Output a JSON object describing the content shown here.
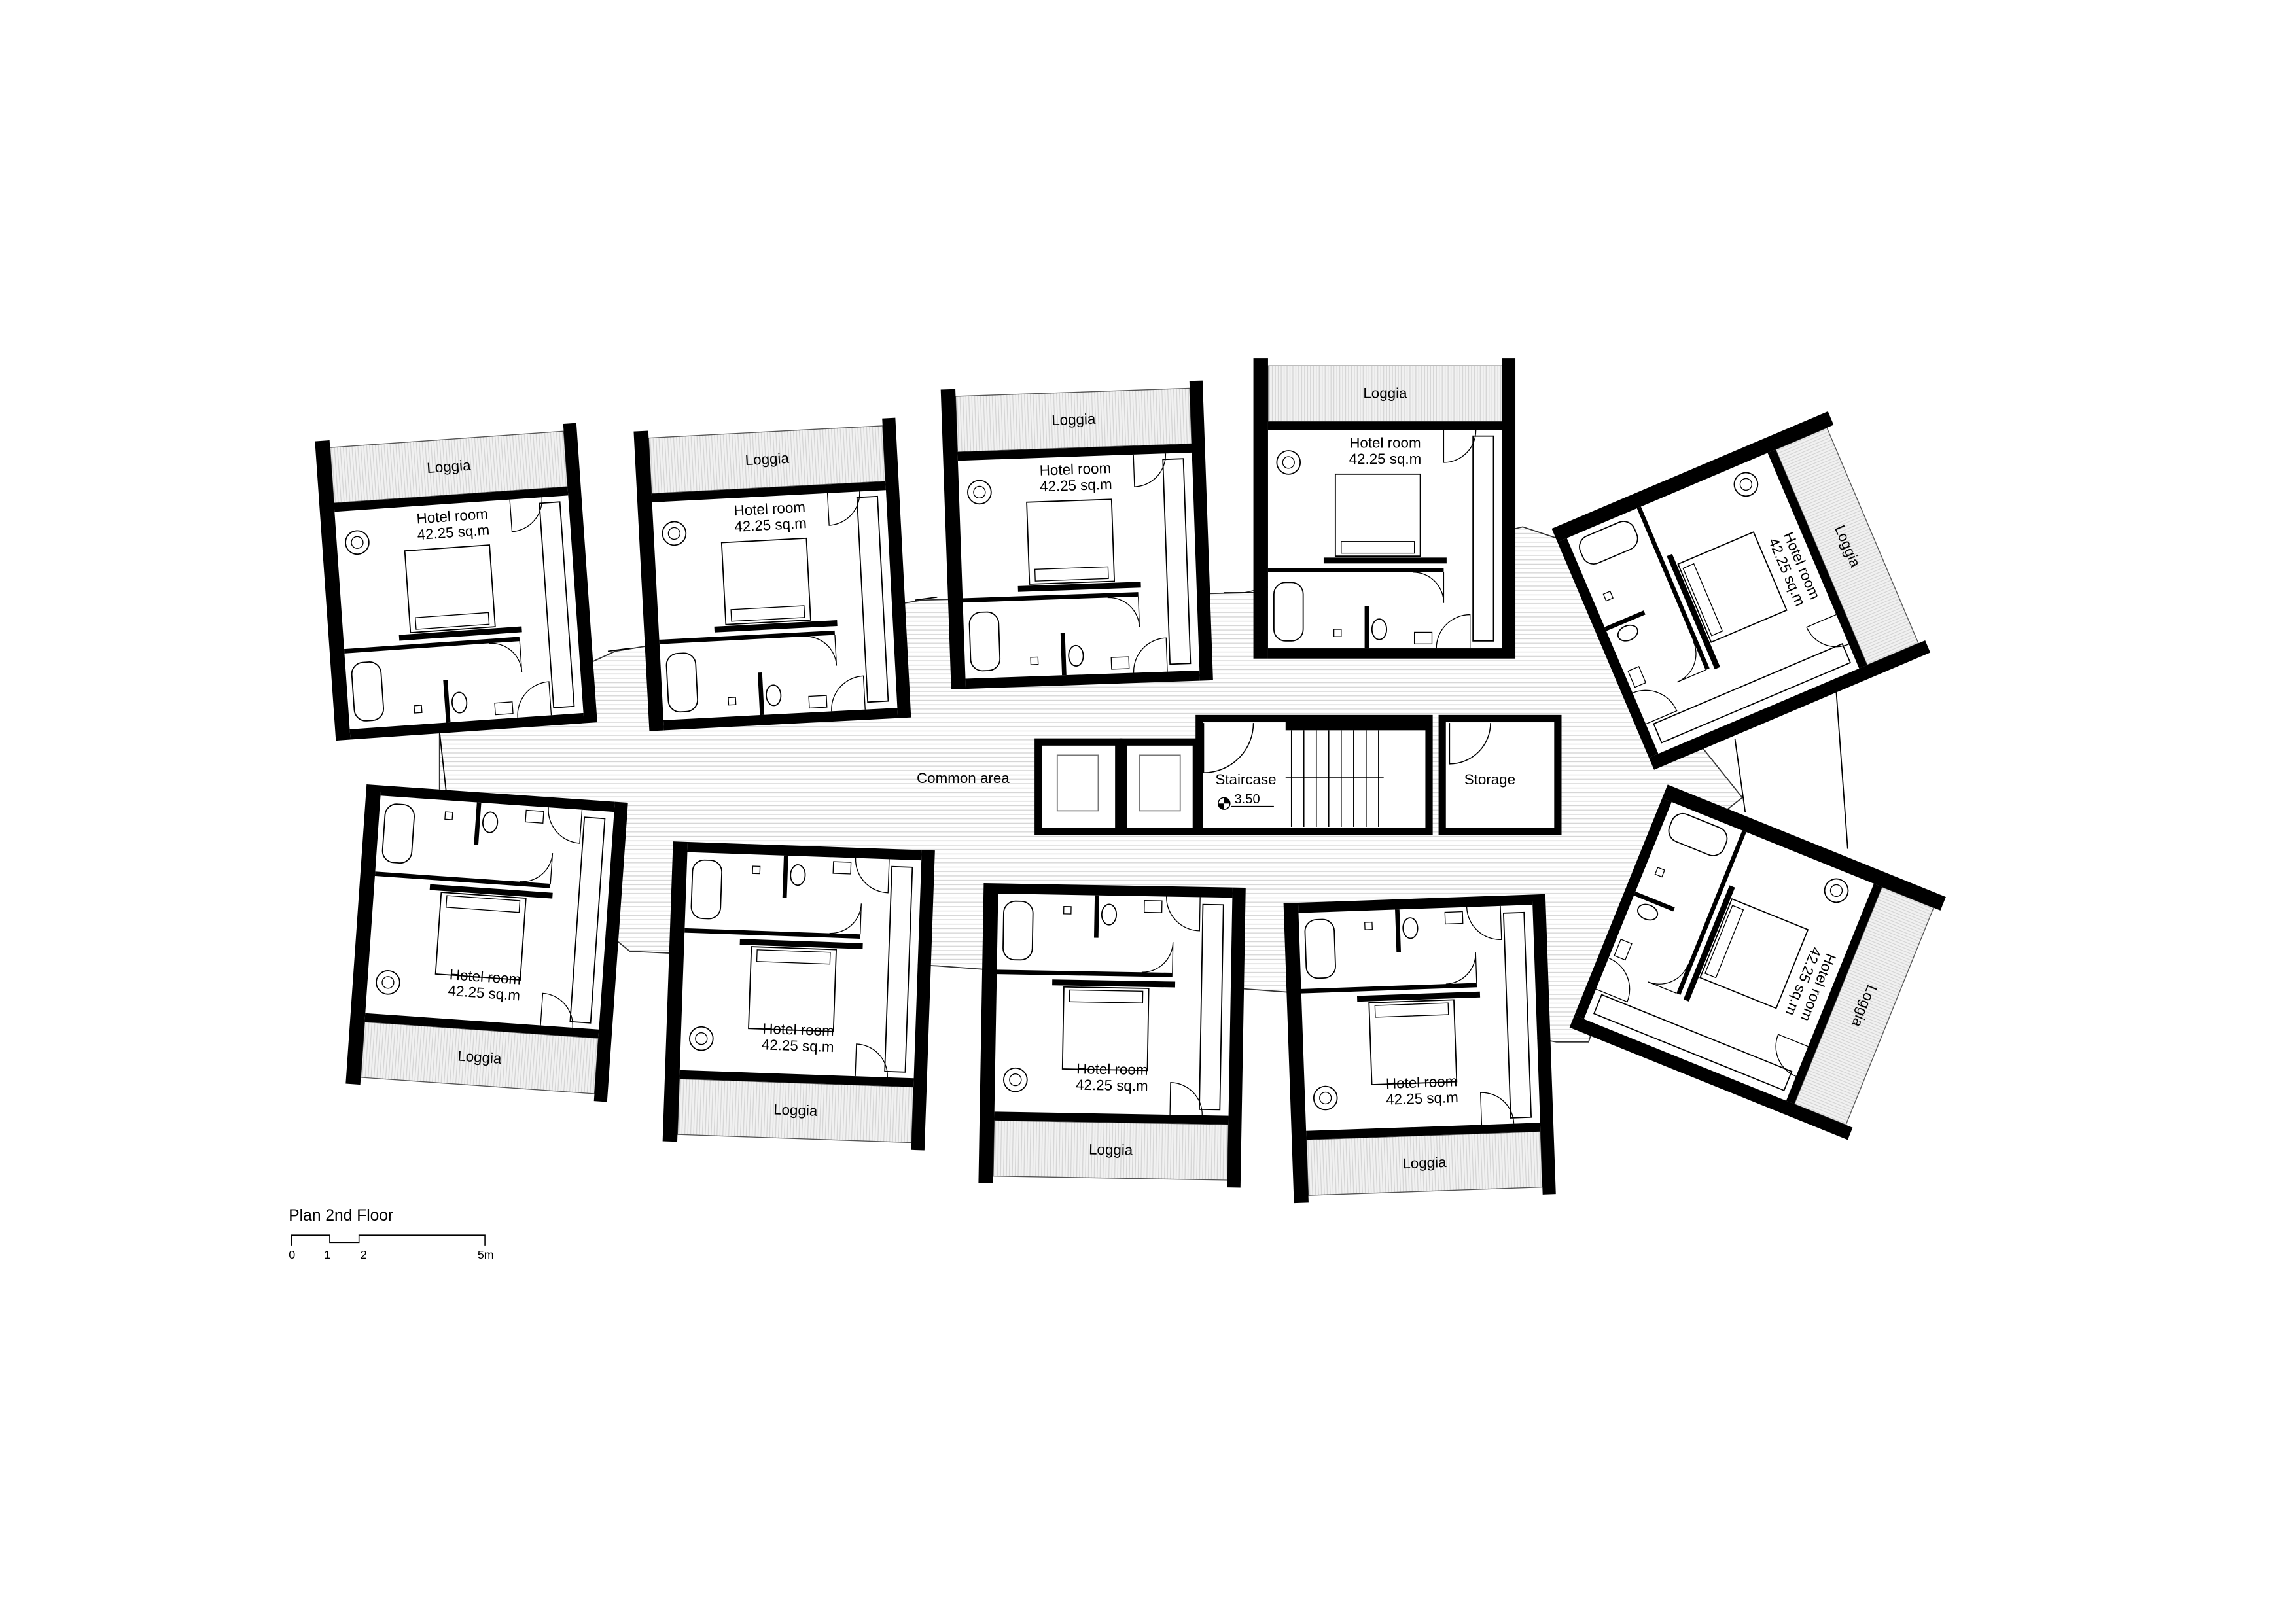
{
  "plan": {
    "title": "Plan 2nd Floor",
    "scale_labels": [
      "0",
      "1",
      "2",
      "5m"
    ],
    "common_area": "Common area",
    "staircase": "Staircase",
    "storage": "Storage",
    "level": "3.50"
  },
  "rooms": [
    {
      "name": "Hotel room",
      "area": "42.25 sq.m",
      "loggia": "Loggia"
    },
    {
      "name": "Hotel room",
      "area": "42.25 sq.m",
      "loggia": "Loggia"
    },
    {
      "name": "Hotel room",
      "area": "42.25 sq.m",
      "loggia": "Loggia"
    },
    {
      "name": "Hotel room",
      "area": "42.25 sq.m",
      "loggia": "Loggia"
    },
    {
      "name": "Hotel room",
      "area": "42.25 sq.m",
      "loggia": "Loggia"
    },
    {
      "name": "Hotel room",
      "area": "42.25 sq.m",
      "loggia": "Loggia"
    },
    {
      "name": "Hotel room",
      "area": "42.25 sq.m",
      "loggia": "Loggia"
    },
    {
      "name": "Hotel room",
      "area": "42.25 sq.m",
      "loggia": "Loggia"
    },
    {
      "name": "Hotel room",
      "area": "42.25 sq.m",
      "loggia": "Loggia"
    },
    {
      "name": "Hotel room",
      "area": "42.25 sq.m",
      "loggia": "Loggia"
    }
  ]
}
